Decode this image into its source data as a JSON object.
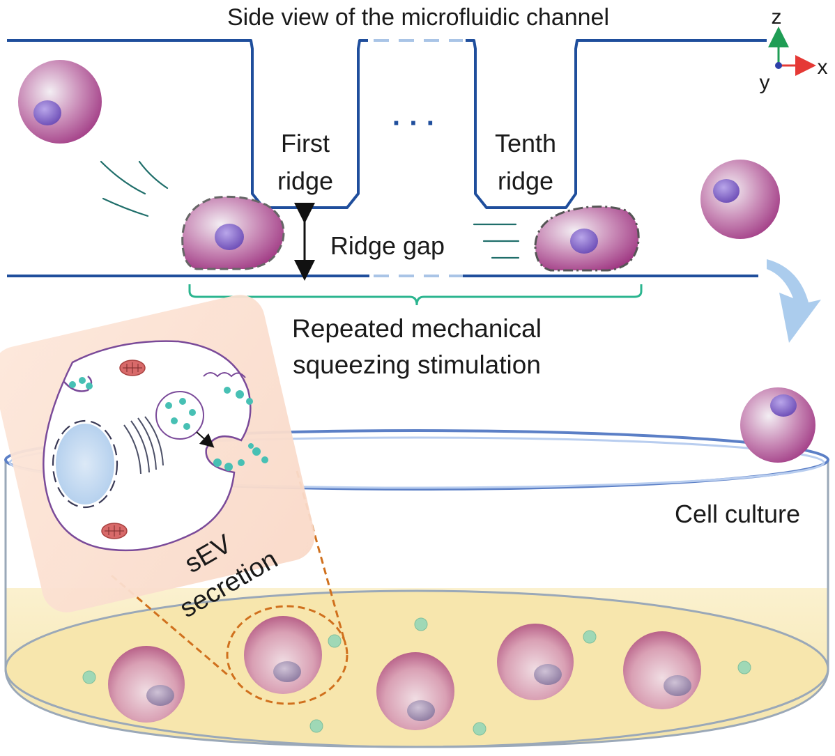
{
  "diagram": {
    "title": "Side view of the microfluidic channel",
    "axes": {
      "z": "z",
      "y": "y",
      "x": "x"
    },
    "first_ridge": [
      "First",
      "ridge"
    ],
    "ellipsis": "· · ·",
    "tenth_ridge": [
      "Tenth",
      "ridge"
    ],
    "ridge_gap": "Ridge gap",
    "stimulation": [
      "Repeated mechanical",
      "squeezing stimulation"
    ],
    "cell_culture": "Cell culture",
    "sev": [
      "sEV",
      "secretion"
    ]
  },
  "colors": {
    "channel": "#1f4e9c",
    "channel_light": "#a9c4e6",
    "bracket": "#2bb58f",
    "cell": "#a0307f",
    "nucleus": "#7a5cc0",
    "dish_rim": "#5b7fc6",
    "medium": "#f6e8b6",
    "vesicle": "#9fd8b6",
    "zoom_line": "#d0701d",
    "arrow": "#9cc3ea",
    "axis_z": "#1f9d55",
    "axis_x": "#e53935",
    "axis_y": "#2d3fa8"
  }
}
